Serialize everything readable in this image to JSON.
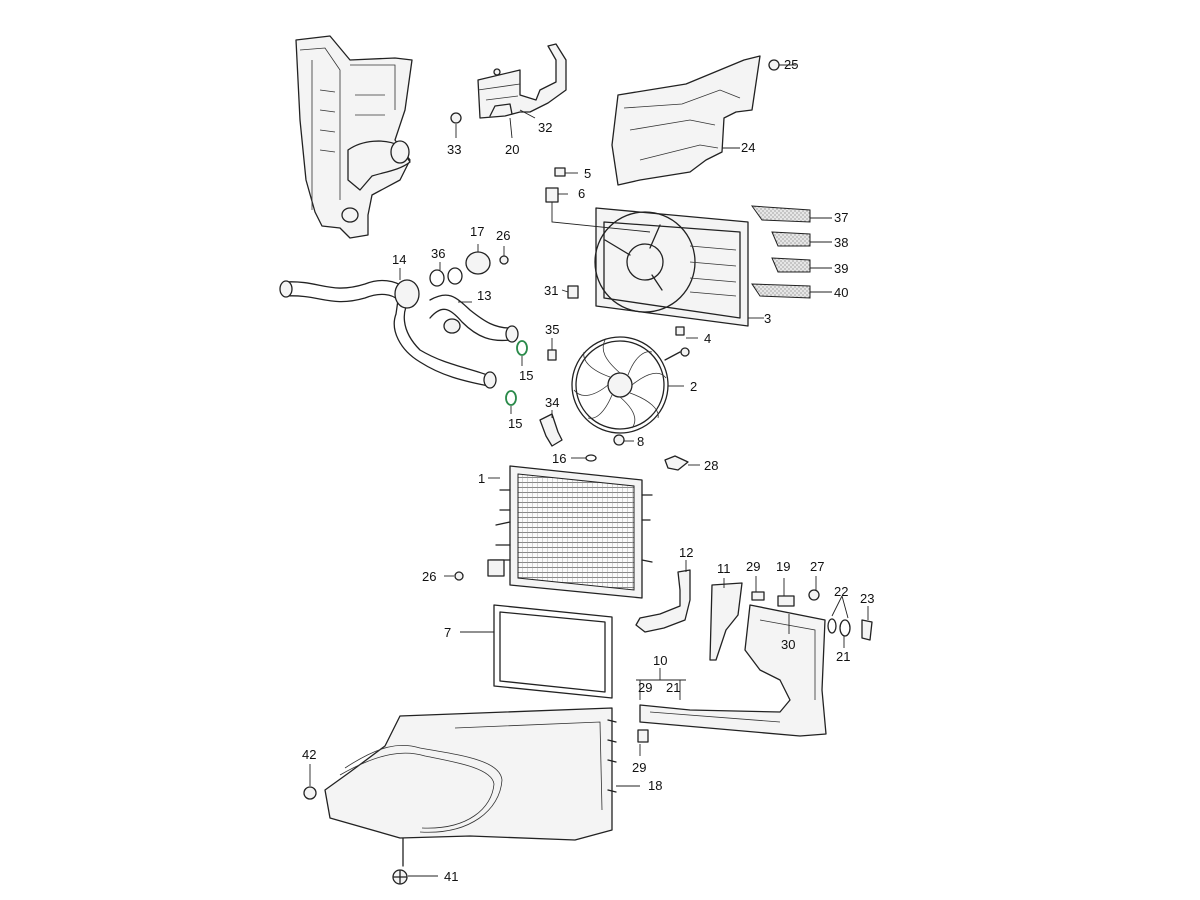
{
  "diagram": {
    "callouts": [
      {
        "id": "c25",
        "label": "25"
      },
      {
        "id": "c32",
        "label": "32"
      },
      {
        "id": "c33",
        "label": "33"
      },
      {
        "id": "c20",
        "label": "20"
      },
      {
        "id": "c24",
        "label": "24"
      },
      {
        "id": "c5",
        "label": "5"
      },
      {
        "id": "c6",
        "label": "6"
      },
      {
        "id": "c37",
        "label": "37"
      },
      {
        "id": "c38",
        "label": "38"
      },
      {
        "id": "c39",
        "label": "39"
      },
      {
        "id": "c40",
        "label": "40"
      },
      {
        "id": "c3",
        "label": "3"
      },
      {
        "id": "c17",
        "label": "17"
      },
      {
        "id": "c26a",
        "label": "26"
      },
      {
        "id": "c36",
        "label": "36"
      },
      {
        "id": "c14",
        "label": "14"
      },
      {
        "id": "c13",
        "label": "13"
      },
      {
        "id": "c31",
        "label": "31"
      },
      {
        "id": "c35",
        "label": "35"
      },
      {
        "id": "c4",
        "label": "4"
      },
      {
        "id": "c15a",
        "label": "15"
      },
      {
        "id": "c15b",
        "label": "15"
      },
      {
        "id": "c2",
        "label": "2"
      },
      {
        "id": "c34",
        "label": "34"
      },
      {
        "id": "c8",
        "label": "8"
      },
      {
        "id": "c16",
        "label": "16"
      },
      {
        "id": "c28",
        "label": "28"
      },
      {
        "id": "c1",
        "label": "1"
      },
      {
        "id": "c26b",
        "label": "26"
      },
      {
        "id": "c12",
        "label": "12"
      },
      {
        "id": "c11",
        "label": "11"
      },
      {
        "id": "c29a",
        "label": "29"
      },
      {
        "id": "c19",
        "label": "19"
      },
      {
        "id": "c27",
        "label": "27"
      },
      {
        "id": "c22",
        "label": "22"
      },
      {
        "id": "c23",
        "label": "23"
      },
      {
        "id": "c30",
        "label": "30"
      },
      {
        "id": "c21a",
        "label": "21"
      },
      {
        "id": "c7",
        "label": "7"
      },
      {
        "id": "c10",
        "label": "10"
      },
      {
        "id": "c29b",
        "label": "29"
      },
      {
        "id": "c21b",
        "label": "21"
      },
      {
        "id": "c29c",
        "label": "29"
      },
      {
        "id": "c18",
        "label": "18"
      },
      {
        "id": "c42",
        "label": "42"
      },
      {
        "id": "c41",
        "label": "41"
      }
    ]
  }
}
